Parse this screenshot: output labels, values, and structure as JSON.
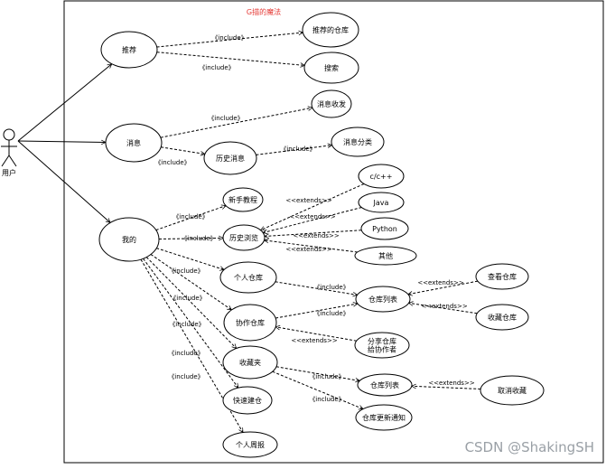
{
  "diagram": {
    "title": "G描的魔法",
    "actor": "用户",
    "watermark": "CSDN @ShakingSH",
    "colors": {
      "title": "#e53935",
      "stroke": "#000000",
      "watermark": "#9aa0a6"
    },
    "nodes": [
      {
        "id": "tuijian",
        "label": "推荐"
      },
      {
        "id": "xiaoxi",
        "label": "消息"
      },
      {
        "id": "wode",
        "label": "我的"
      },
      {
        "id": "tuijian_cangku",
        "label": "推荐的仓库"
      },
      {
        "id": "sousuo",
        "label": "搜索"
      },
      {
        "id": "xiaoxi_shoufa",
        "label": "消息收发"
      },
      {
        "id": "lishi_xiaoxi",
        "label": "历史消息"
      },
      {
        "id": "xiaoxi_fenlei",
        "label": "消息分类"
      },
      {
        "id": "xinshou",
        "label": "新手教程"
      },
      {
        "id": "lishi_liulan",
        "label": "历史浏览"
      },
      {
        "id": "cpp",
        "label": "c/c++"
      },
      {
        "id": "java",
        "label": "Java"
      },
      {
        "id": "python",
        "label": "Python"
      },
      {
        "id": "qita",
        "label": "其他"
      },
      {
        "id": "geren_cangku",
        "label": "个人仓库"
      },
      {
        "id": "cangku_liebiao1",
        "label": "仓库列表"
      },
      {
        "id": "chakan",
        "label": "查看仓库"
      },
      {
        "id": "shoucang_cangku",
        "label": "收藏仓库"
      },
      {
        "id": "xiezuo",
        "label": "协作仓库"
      },
      {
        "id": "fenxiang",
        "label": "分享仓库\n给协作者"
      },
      {
        "id": "shoucangjia",
        "label": "收藏夹"
      },
      {
        "id": "cangku_liebiao2",
        "label": "仓库列表"
      },
      {
        "id": "quxiao",
        "label": "取消收藏"
      },
      {
        "id": "gengxin",
        "label": "仓库更新通知"
      },
      {
        "id": "kuaisu",
        "label": "快速建仓"
      },
      {
        "id": "zhoubao",
        "label": "个人周报"
      }
    ],
    "edges": [
      {
        "from": "actor",
        "to": "tuijian",
        "label": ""
      },
      {
        "from": "actor",
        "to": "xiaoxi",
        "label": ""
      },
      {
        "from": "actor",
        "to": "wode",
        "label": ""
      },
      {
        "from": "tuijian",
        "to": "tuijian_cangku",
        "label": "《include》"
      },
      {
        "from": "tuijian",
        "to": "sousuo",
        "label": "《include》"
      },
      {
        "from": "xiaoxi",
        "to": "xiaoxi_shoufa",
        "label": "《include》"
      },
      {
        "from": "xiaoxi",
        "to": "lishi_xiaoxi",
        "label": "《include》"
      },
      {
        "from": "lishi_xiaoxi",
        "to": "xiaoxi_fenlei",
        "label": "《include》"
      },
      {
        "from": "wode",
        "to": "xinshou",
        "label": "《include》"
      },
      {
        "from": "wode",
        "to": "lishi_liulan",
        "label": "《include》"
      },
      {
        "from": "cpp",
        "to": "lishi_liulan",
        "label": "<<extends>>"
      },
      {
        "from": "java",
        "to": "lishi_liulan",
        "label": "<<extends>>"
      },
      {
        "from": "python",
        "to": "lishi_liulan",
        "label": "<<extends>>"
      },
      {
        "from": "qita",
        "to": "lishi_liulan",
        "label": "<<extends>>"
      },
      {
        "from": "wode",
        "to": "geren_cangku",
        "label": "《include》"
      },
      {
        "from": "geren_cangku",
        "to": "cangku_liebiao1",
        "label": "《include》"
      },
      {
        "from": "chakan",
        "to": "cangku_liebiao1",
        "label": "<<extends>>"
      },
      {
        "from": "shoucang_cangku",
        "to": "cangku_liebiao1",
        "label": "<<extends>>"
      },
      {
        "from": "wode",
        "to": "xiezuo",
        "label": "《include》"
      },
      {
        "from": "xiezuo",
        "to": "cangku_liebiao1",
        "label": "《include》"
      },
      {
        "from": "fenxiang",
        "to": "xiezuo",
        "label": "<<extends>>"
      },
      {
        "from": "wode",
        "to": "shoucangjia",
        "label": "《include》"
      },
      {
        "from": "shoucangjia",
        "to": "cangku_liebiao2",
        "label": "《include》"
      },
      {
        "from": "quxiao",
        "to": "cangku_liebiao2",
        "label": "<<extends>>"
      },
      {
        "from": "shoucangjia",
        "to": "gengxin",
        "label": "《include》"
      },
      {
        "from": "wode",
        "to": "kuaisu",
        "label": "《include》"
      },
      {
        "from": "wode",
        "to": "zhoubao",
        "label": "《include》"
      }
    ]
  }
}
